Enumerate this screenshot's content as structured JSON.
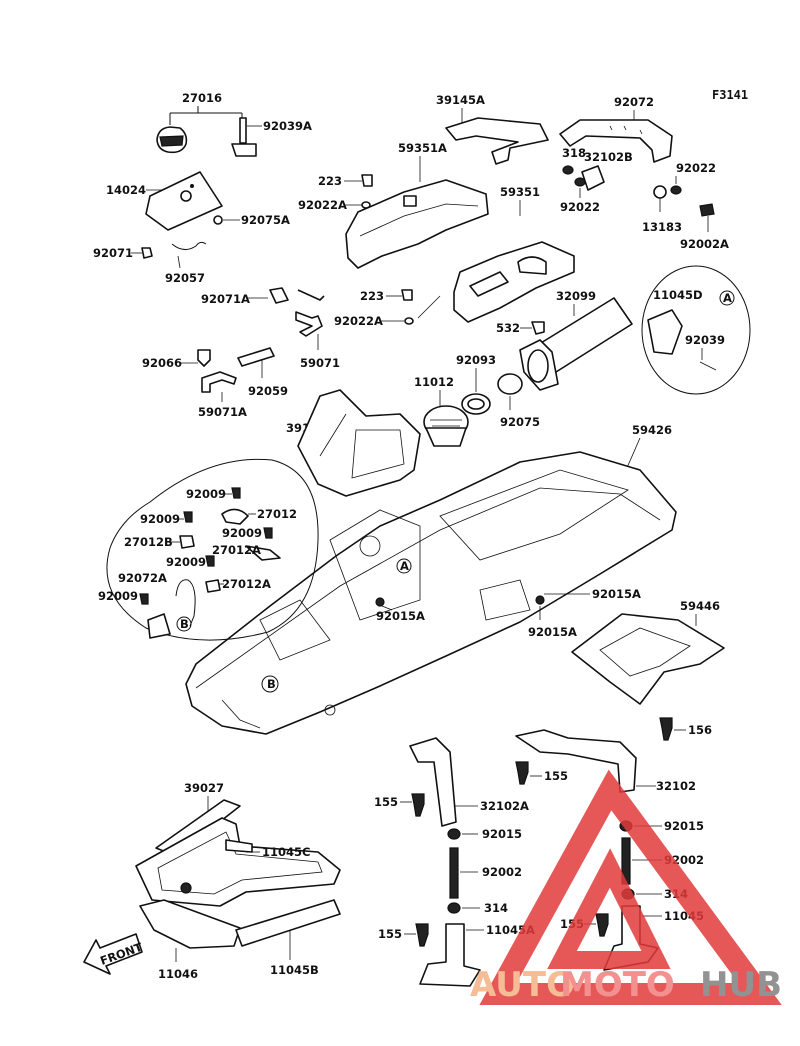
{
  "figure_code": "F3141",
  "parts": {
    "p27016": "27016",
    "p92039A": "92039A",
    "p14024": "14024",
    "p92075A": "92075A",
    "p92071": "92071",
    "p92057": "92057",
    "p92071A": "92071A",
    "p59071": "59071",
    "p92066": "92066",
    "p92059": "92059",
    "p59071A": "59071A",
    "p39145A": "39145A",
    "p59351A": "59351A",
    "p223a": "223",
    "p92022Aa": "92022A",
    "p59351": "59351",
    "p223b": "223",
    "p92022Ab": "92022A",
    "p92072": "92072",
    "p318": "318",
    "p32102B": "32102B",
    "p92022a": "92022",
    "p92022b": "92022",
    "p13183": "13183",
    "p92002A": "92002A",
    "p32099": "32099",
    "p532": "532",
    "p11045D": "11045D",
    "circleA": "A",
    "p92039": "92039",
    "p11012": "11012",
    "p92093": "92093",
    "p92075": "92075",
    "p39145": "39145",
    "p59426": "59426",
    "p92009a": "92009",
    "p92009b": "92009",
    "p27012": "27012",
    "p92009c": "92009",
    "p27012B": "27012B",
    "p27012A": "27012A",
    "p92009d": "92009",
    "p92072A": "92072A",
    "p27012Ab": "27012A",
    "p92009e": "92009",
    "circleB": "B",
    "p92015Aa": "92015A",
    "p92015Ab": "92015A",
    "p92015Ac": "92015A",
    "p59446": "59446",
    "p156": "156",
    "p155a": "155",
    "p32102": "32102",
    "p155b": "155",
    "p32102A": "32102A",
    "p92015a": "92015",
    "p92015b": "92015",
    "p92002a": "92002",
    "p92002b": "92002",
    "p314a": "314",
    "p314b": "314",
    "p155c": "155",
    "p11045A": "11045A",
    "p155d": "155",
    "p11045": "11045",
    "p39027": "39027",
    "p11045C": "11045C",
    "p11046": "11046",
    "p11045B": "11045B",
    "front": "FRONT"
  },
  "watermark": {
    "auto": "AUTO",
    "moto": "MOTO",
    "hub": "HUB",
    "color_auto": "#f4b183",
    "color_moto": "#f27d7d",
    "color_hub": "#7f7f7f",
    "triangle_color": "#e23b3b"
  }
}
